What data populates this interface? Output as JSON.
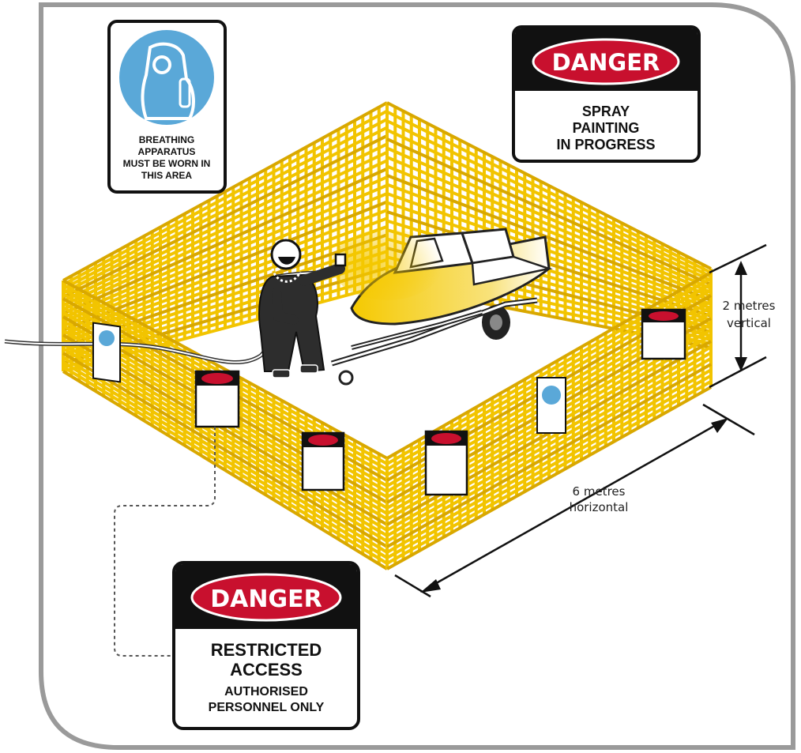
{
  "colors": {
    "fence": "#f2c400",
    "fence_dark": "#d9a800",
    "danger_red": "#c8102e",
    "sign_blue": "#5aa8d8",
    "paint_spray": "#f5c900"
  },
  "signs": {
    "breathing": {
      "icon": "breathing-apparatus-icon",
      "lines": [
        "BREATHING",
        "APPARATUS",
        "MUST BE WORN IN",
        "THIS AREA"
      ]
    },
    "spray_danger": {
      "header": "DANGER",
      "lines": [
        "SPRAY",
        "PAINTING",
        "IN PROGRESS"
      ]
    },
    "restricted_danger": {
      "header": "DANGER",
      "lines": [
        "RESTRICTED",
        "ACCESS"
      ],
      "sub_lines": [
        "AUTHORISED",
        "PERSONNEL ONLY"
      ]
    }
  },
  "dimensions": {
    "vertical": [
      "2 metres",
      "vertical"
    ],
    "horizontal": [
      "6 metres",
      "horizontal"
    ]
  }
}
